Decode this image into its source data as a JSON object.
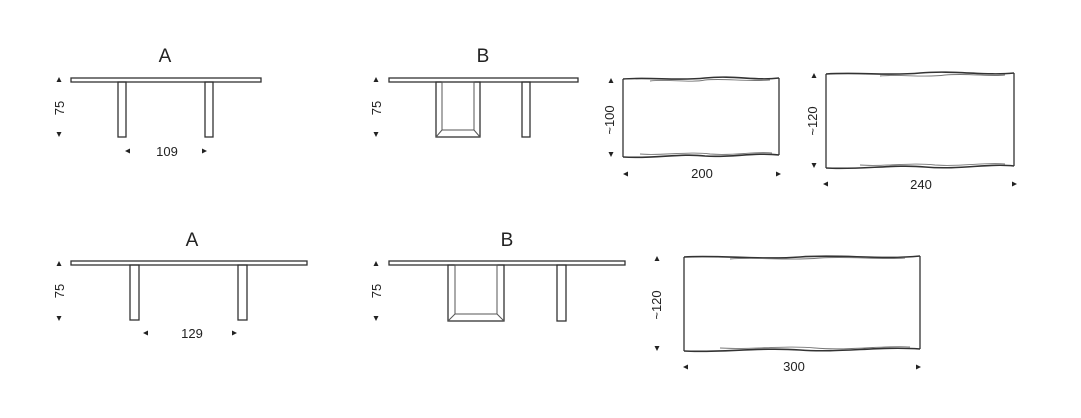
{
  "rows": [
    {
      "sideA": {
        "letter": "A",
        "height": "75",
        "span": "109"
      },
      "sideB": {
        "letter": "B",
        "height": "75"
      },
      "tops": [
        {
          "depth": "~100",
          "length": "200"
        },
        {
          "depth": "~120",
          "length": "240"
        }
      ]
    },
    {
      "sideA": {
        "letter": "A",
        "height": "75",
        "span": "129"
      },
      "sideB": {
        "letter": "B",
        "height": "75"
      },
      "tops": [
        {
          "depth": "~120",
          "length": "300"
        }
      ]
    }
  ],
  "colors": {
    "line": "#333333",
    "grain": "#777777",
    "text": "#222222"
  }
}
